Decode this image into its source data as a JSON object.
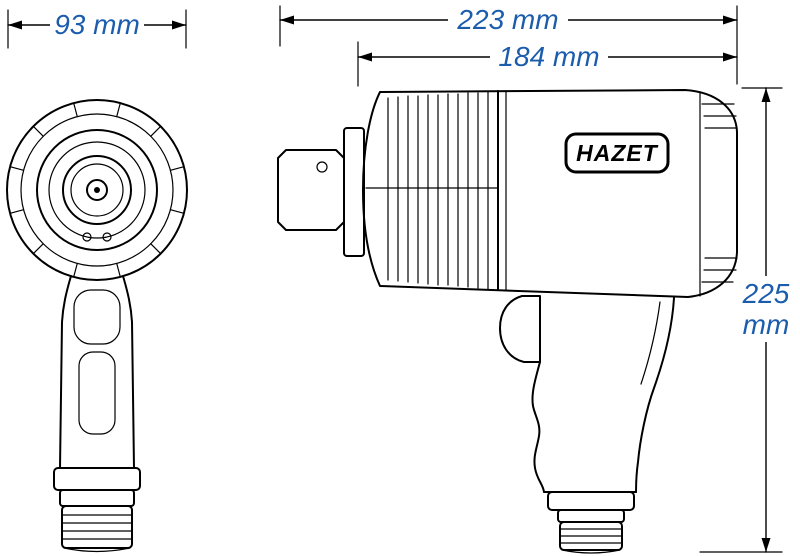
{
  "colors": {
    "background": "#ffffff",
    "line": "#000000",
    "dimension_text": "#1b5cad"
  },
  "branding": {
    "logo": "HAZET"
  },
  "dimensions": {
    "front_width": "93 mm",
    "total_length": "223 mm",
    "housing_length": "184 mm",
    "height_value": "225",
    "height_unit": "mm"
  }
}
